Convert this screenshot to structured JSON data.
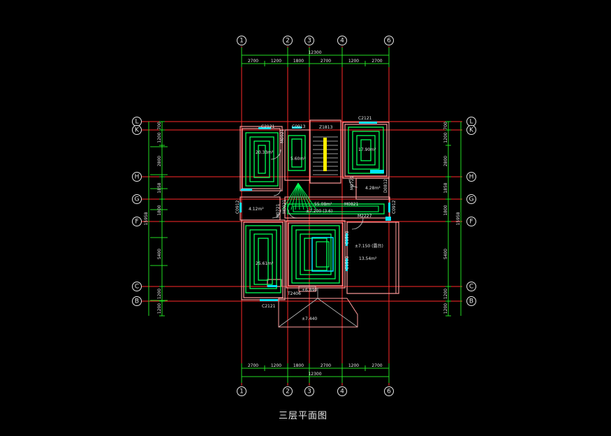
{
  "title": "三层平面图",
  "axes_vertical": [
    "1",
    "2",
    "3",
    "4",
    "6"
  ],
  "axes_horizontal": [
    "L",
    "K",
    "H",
    "G",
    "F",
    "C",
    "B"
  ],
  "dims_top_total": "12300",
  "dims_top": [
    "2700",
    "1200",
    "1800",
    "2700",
    "1200",
    "2700"
  ],
  "dims_bottom_total": "12300",
  "dims_bottom": [
    "2700",
    "1200",
    "1800",
    "2700",
    "1200",
    "2700"
  ],
  "dims_left": [
    "700",
    "1200",
    "2800",
    "1858",
    "1800",
    "5400",
    "1200",
    "1200"
  ],
  "dims_left_total": "15958",
  "dims_right": [
    "700",
    "1200",
    "2800",
    "1858",
    "1800",
    "5400",
    "1200",
    "1200"
  ],
  "dims_right_total": "15958",
  "labels": {
    "c2121_tl": "C2121",
    "c0913": "C0913",
    "z1813": "Z1813",
    "c2121_tr": "C2121",
    "c2121_b": "C2121",
    "room_tl": "20.33m²",
    "room_mid": "5.60m²",
    "room_tr": "17.90m²",
    "room_r2": "4.28m²",
    "hall": "55.08m²",
    "elev_hall": "±7.200 (3.6)",
    "room_l2": "4.12m²",
    "room_bl": "25.61m²",
    "room_br": "13.54m²",
    "elev_br": "±7.150 (露台)",
    "m0821": "M0821",
    "m2227": "M2227",
    "m0921_a": "M0921",
    "m0921_b": "M0921",
    "m0721": "M0721",
    "m0721_b": "M0721",
    "c0912_l": "C0912",
    "c0912_r": "C0912",
    "d0812": "D0812",
    "c1518_a": "C1518",
    "c1518_b": "C1518",
    "t2406": "T2406",
    "elev_step": "±6.890",
    "elev_entry": "±7.440"
  },
  "colors": {
    "grid": "#ff2a2a",
    "dimension": "#22dd22",
    "wall": "#ff9a9a",
    "heating_coil": "#00ff55",
    "window": "#00e5ff",
    "stair": "#ffee00",
    "text": "#e8e8e8"
  }
}
